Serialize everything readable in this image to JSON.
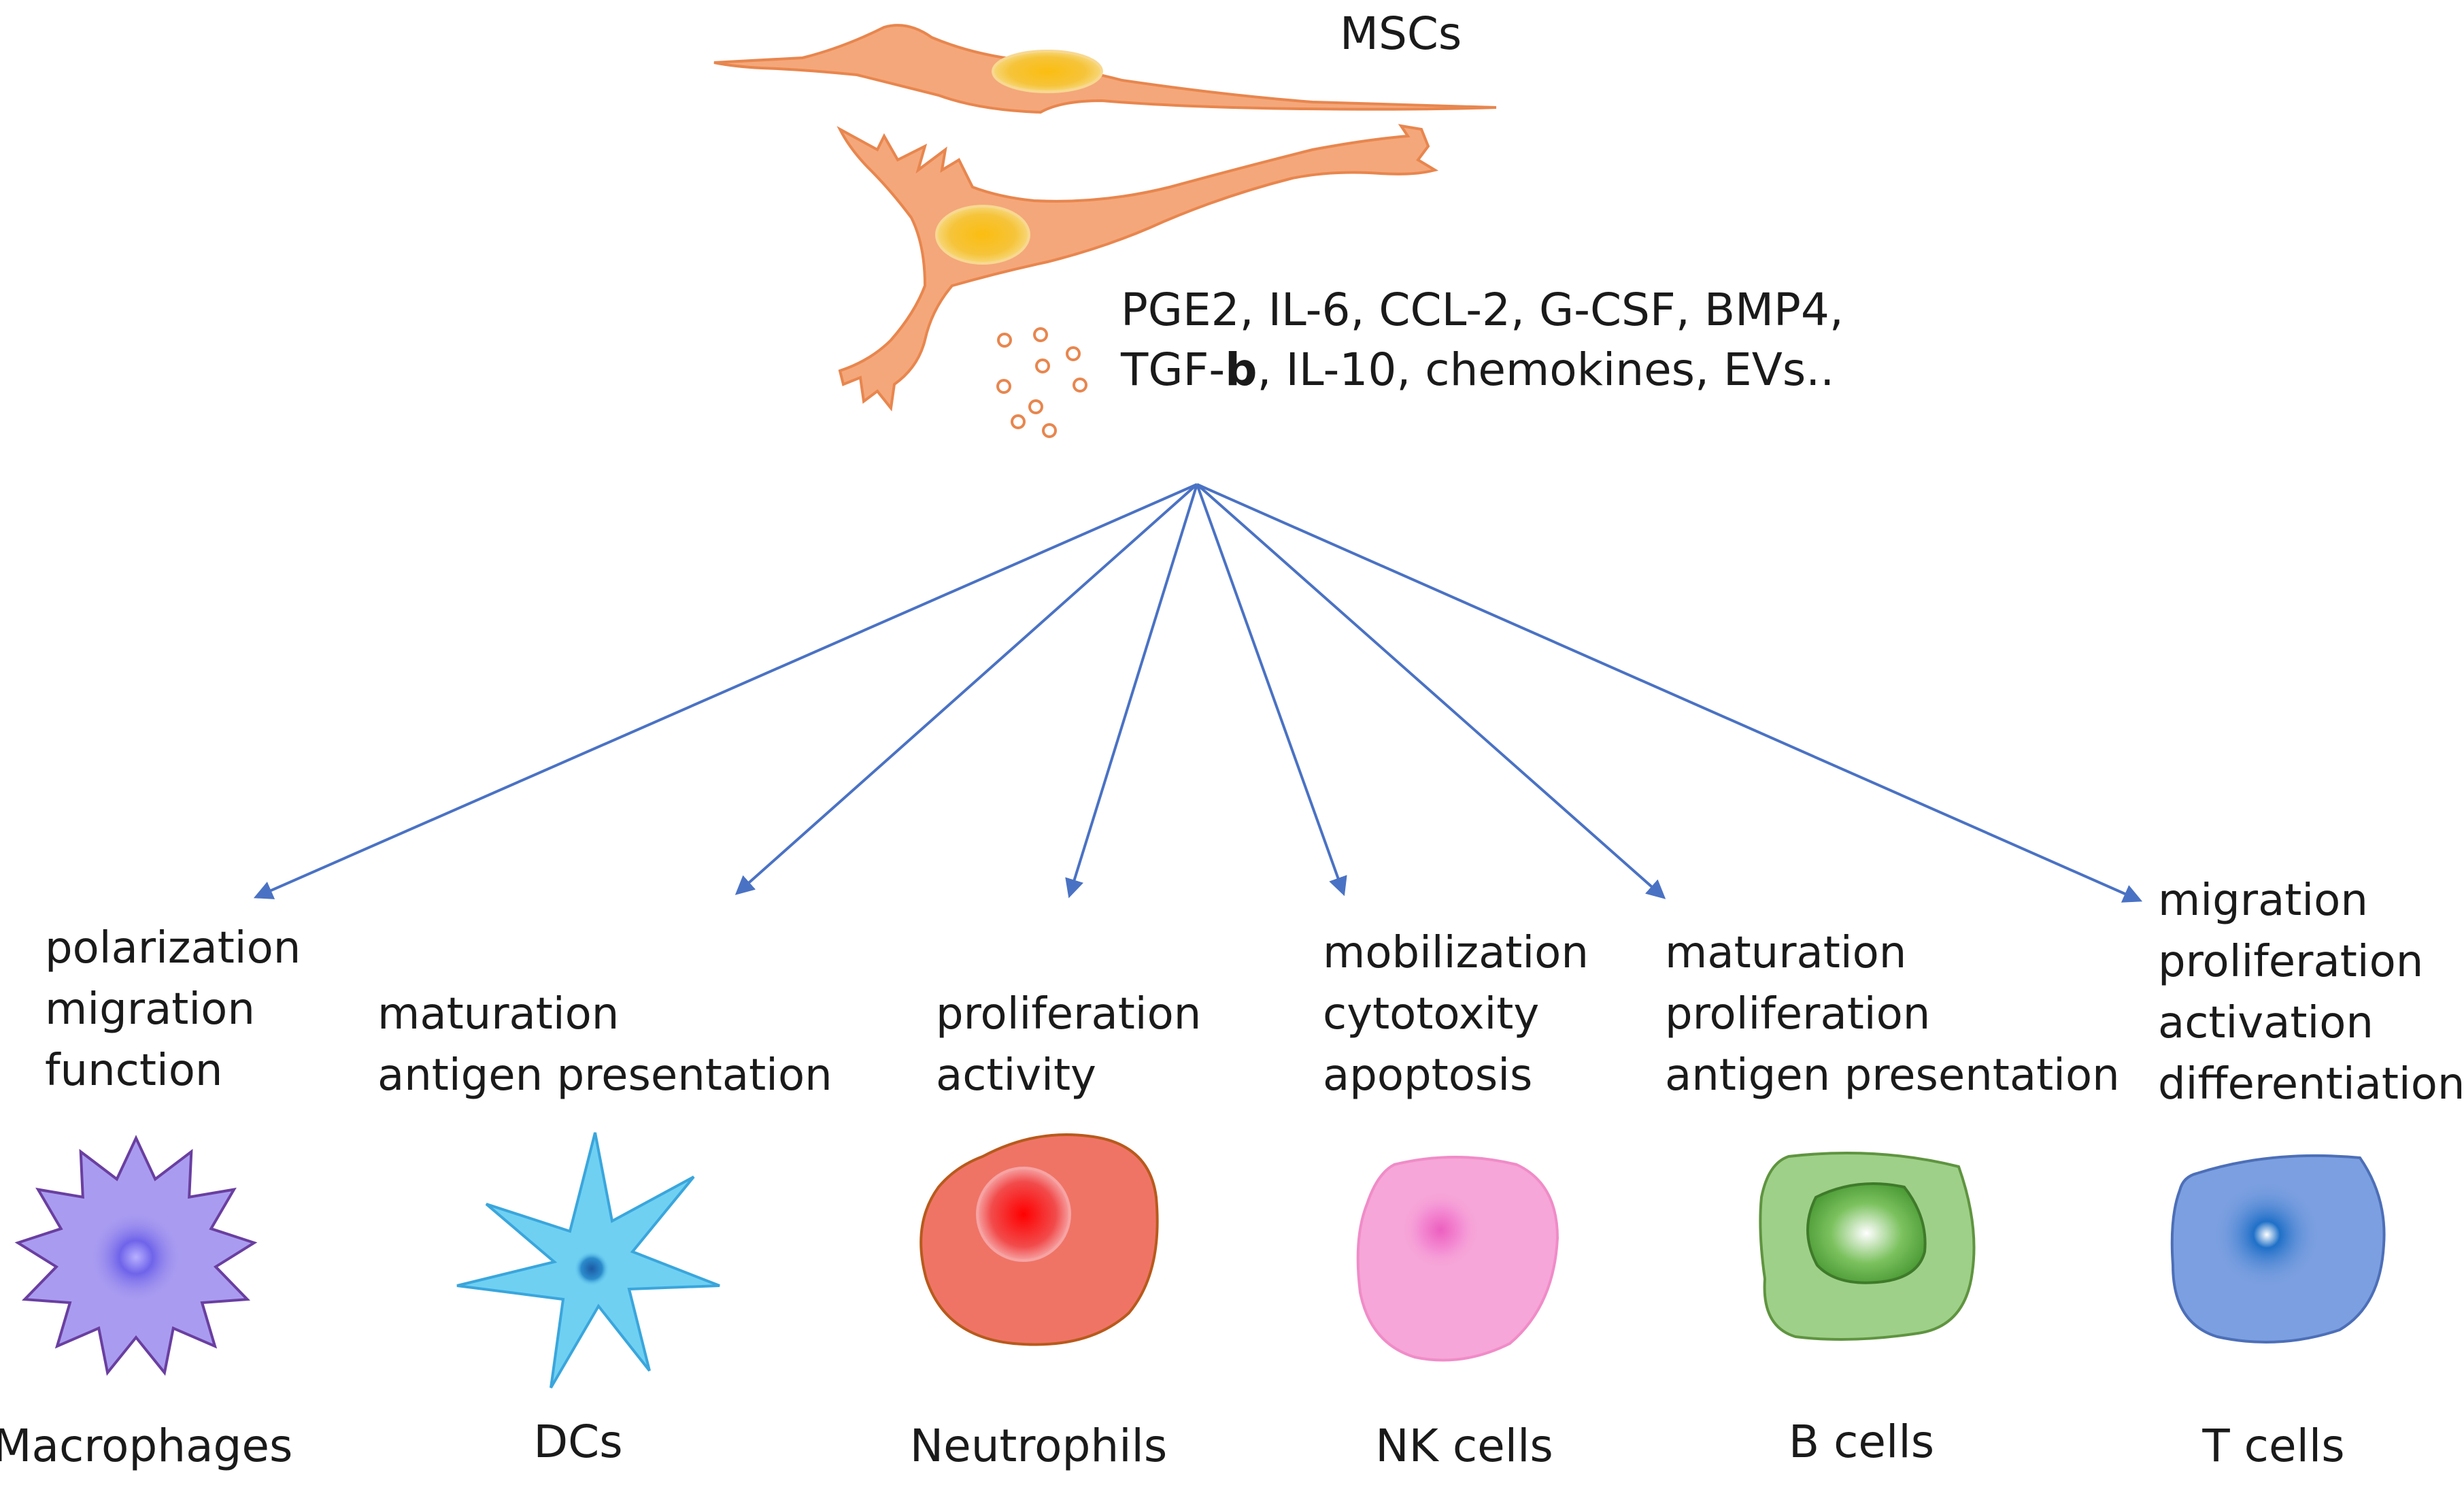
{
  "source": {
    "label": "MSCs",
    "factors_line1": "PGE2, IL-6, CCL-2, G-CSF, BMP4,",
    "factors_line2_prefix": "TGF-",
    "factors_line2_bold": "b",
    "factors_line2_suffix": ", IL-10, chemokines, EVs.."
  },
  "targets": [
    {
      "effects": [
        "polarization",
        "migration",
        "function"
      ],
      "name": "Macrophages",
      "color": "#a99cf0"
    },
    {
      "effects": [
        "maturation",
        "antigen presentation"
      ],
      "name": "DCs",
      "color": "#6fd0f2"
    },
    {
      "effects": [
        "proliferation",
        "activity"
      ],
      "name": "Neutrophils",
      "color": "#ef7466"
    },
    {
      "effects": [
        "mobilization",
        "cytotoxity",
        "apoptosis"
      ],
      "name": "NK cells",
      "color": "#f6a6d8"
    },
    {
      "effects": [
        "maturation",
        "proliferation",
        "antigen presentation"
      ],
      "name": "B cells",
      "color": "#9fd089"
    },
    {
      "effects": [
        "migration",
        "proliferation",
        "activation",
        "differentiation"
      ],
      "name": "T cells",
      "color": "#7b9fe0"
    }
  ],
  "colors": {
    "msc_body": "#f4a77a",
    "msc_outline": "#e8864e",
    "nucleus": "#f7b90f",
    "arrow": "#4a72c4"
  }
}
